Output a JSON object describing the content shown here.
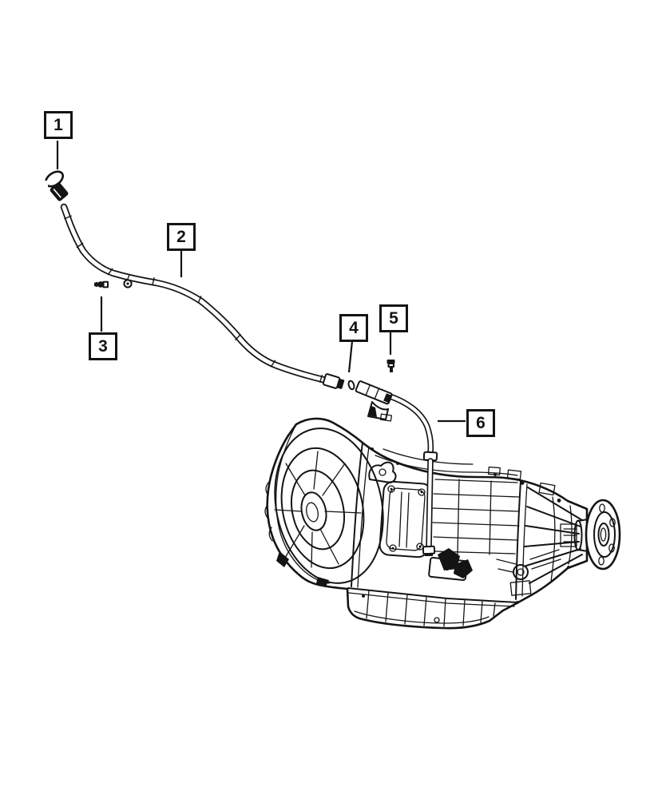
{
  "colors": {
    "background": "#ffffff",
    "line": "#141414"
  },
  "callouts": [
    {
      "label": "1"
    },
    {
      "label": "2"
    },
    {
      "label": "3"
    },
    {
      "label": "4"
    },
    {
      "label": "5"
    },
    {
      "label": "6"
    }
  ]
}
